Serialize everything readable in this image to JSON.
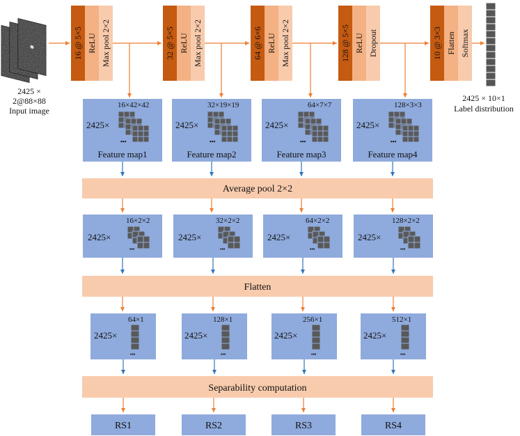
{
  "input": {
    "line1": "2425 ×",
    "line2": "2@88×88",
    "line3": "Input image"
  },
  "conv_blocks": [
    {
      "conv": "16 @ 5×5",
      "act": "ReLU",
      "pool": "Max pool 2×2"
    },
    {
      "conv": "32 @ 5×5",
      "act": "ReLU",
      "pool": "Max pool 2×2"
    },
    {
      "conv": "64 @ 6×6",
      "act": "ReLU",
      "pool": "Max pool 2×2"
    },
    {
      "conv": "128 @ 5×5",
      "act": "ReLU",
      "pool": "Dropout"
    },
    {
      "conv": "10 @ 3×3",
      "act": "Flatten",
      "pool": "Softmax"
    }
  ],
  "output": {
    "line1": "2425 × 10×1",
    "line2": "Label distribution"
  },
  "batch_prefix": "2425×",
  "ellipsis": "•••",
  "feature_maps": [
    {
      "dims": "16×42×42",
      "title": "Feature map1"
    },
    {
      "dims": "32×19×19",
      "title": "Feature map2"
    },
    {
      "dims": "64×7×7",
      "title": "Feature map3"
    },
    {
      "dims": "128×3×3",
      "title": "Feature map4"
    }
  ],
  "average_pool": "Average pool 2×2",
  "pooled_maps": [
    {
      "dims": "16×2×2"
    },
    {
      "dims": "32×2×2"
    },
    {
      "dims": "64×2×2"
    },
    {
      "dims": "128×2×2"
    }
  ],
  "flatten": "Flatten",
  "vectors": [
    {
      "dims": "64×1"
    },
    {
      "dims": "128×1"
    },
    {
      "dims": "256×1"
    },
    {
      "dims": "512×1"
    }
  ],
  "separability": "Separability computation",
  "results": [
    "RS1",
    "RS2",
    "RS3",
    "RS4"
  ],
  "colors": {
    "conv_dark": "#c55a11",
    "conv_mid": "#f4b183",
    "conv_light": "#f8cbad",
    "bar": "#f8cbad",
    "box_blue": "#8faadc",
    "grid_gray": "#595959",
    "arrow_orange": "#ed7d31",
    "arrow_blue": "#2e75b6"
  }
}
